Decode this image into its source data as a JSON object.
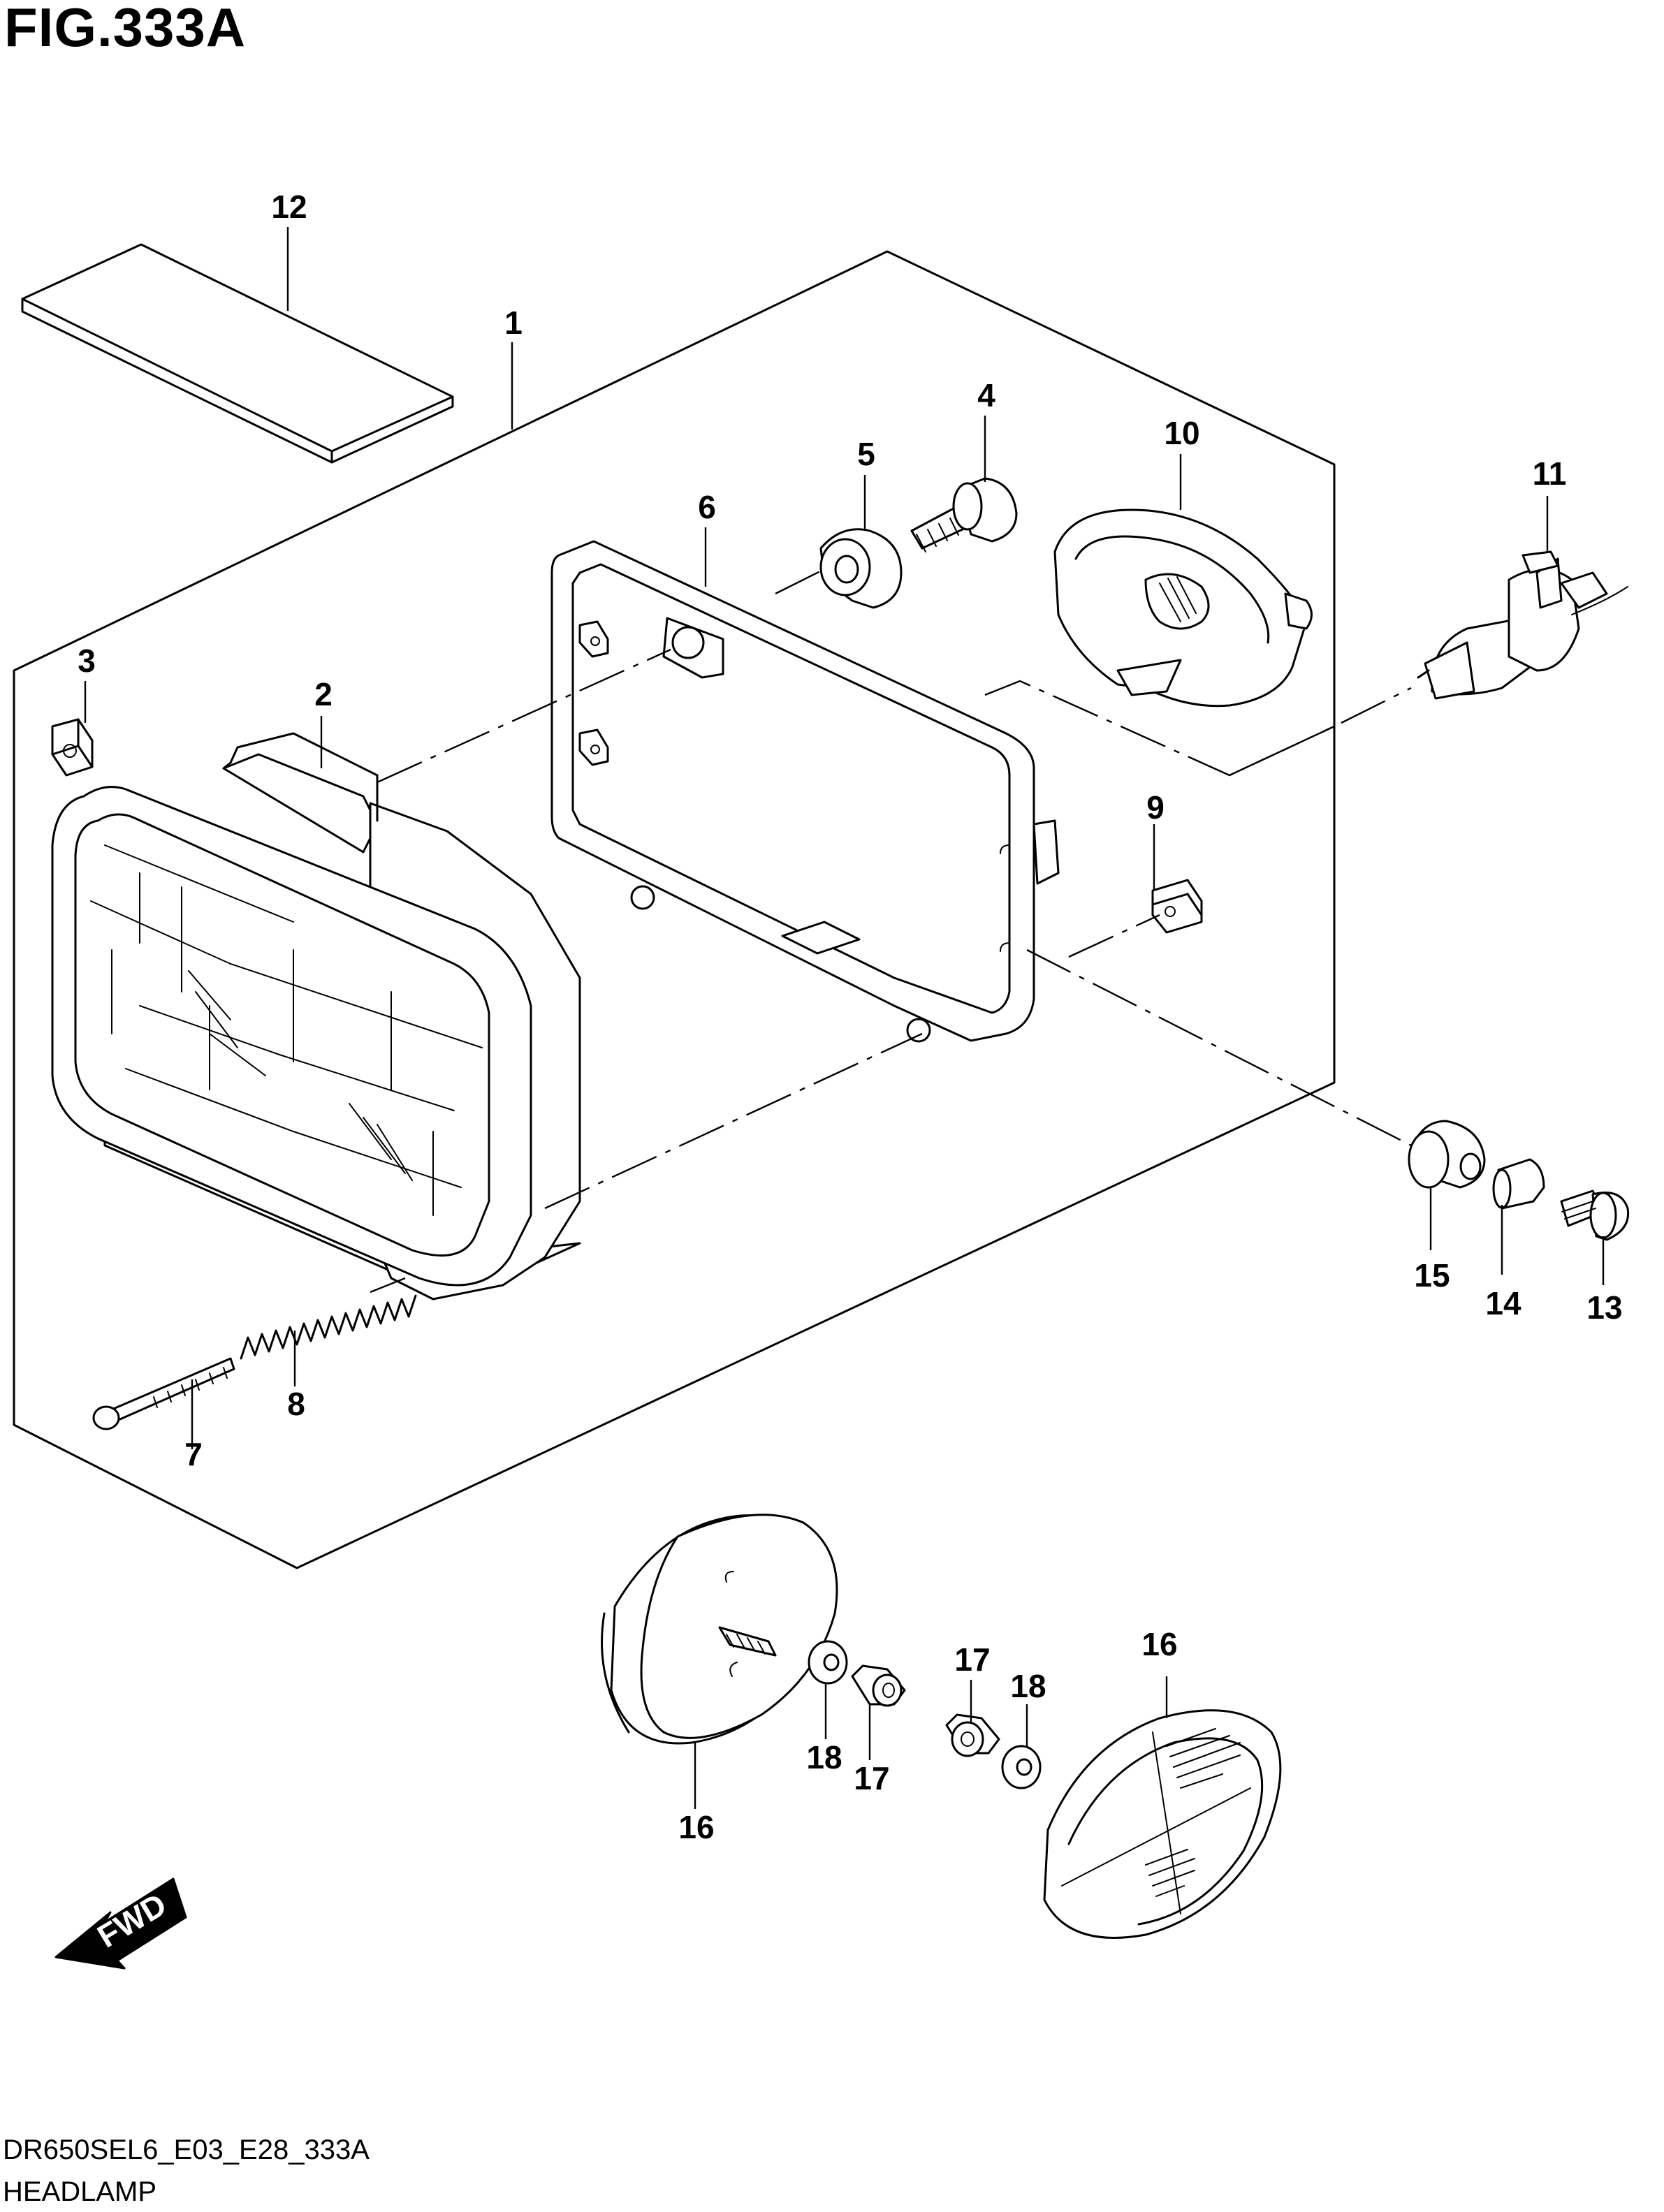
{
  "figure": {
    "title": "FIG.333A"
  },
  "callouts": [
    {
      "id": "c1",
      "label": "1"
    },
    {
      "id": "c2",
      "label": "2"
    },
    {
      "id": "c3",
      "label": "3"
    },
    {
      "id": "c4",
      "label": "4"
    },
    {
      "id": "c5",
      "label": "5"
    },
    {
      "id": "c6",
      "label": "6"
    },
    {
      "id": "c7",
      "label": "7"
    },
    {
      "id": "c8",
      "label": "8"
    },
    {
      "id": "c9",
      "label": "9"
    },
    {
      "id": "c10",
      "label": "10"
    },
    {
      "id": "c11",
      "label": "11"
    },
    {
      "id": "c12",
      "label": "12"
    },
    {
      "id": "c13",
      "label": "13"
    },
    {
      "id": "c14",
      "label": "14"
    },
    {
      "id": "c15",
      "label": "15"
    },
    {
      "id": "c16a",
      "label": "16"
    },
    {
      "id": "c16b",
      "label": "16"
    },
    {
      "id": "c17a",
      "label": "17"
    },
    {
      "id": "c17b",
      "label": "17"
    },
    {
      "id": "c18a",
      "label": "18"
    },
    {
      "id": "c18b",
      "label": "18"
    }
  ],
  "direction_badge": {
    "label": "FWD"
  },
  "footer": {
    "code": "DR650SEL6_E03_E28_333A",
    "name": "HEADLAMP"
  }
}
